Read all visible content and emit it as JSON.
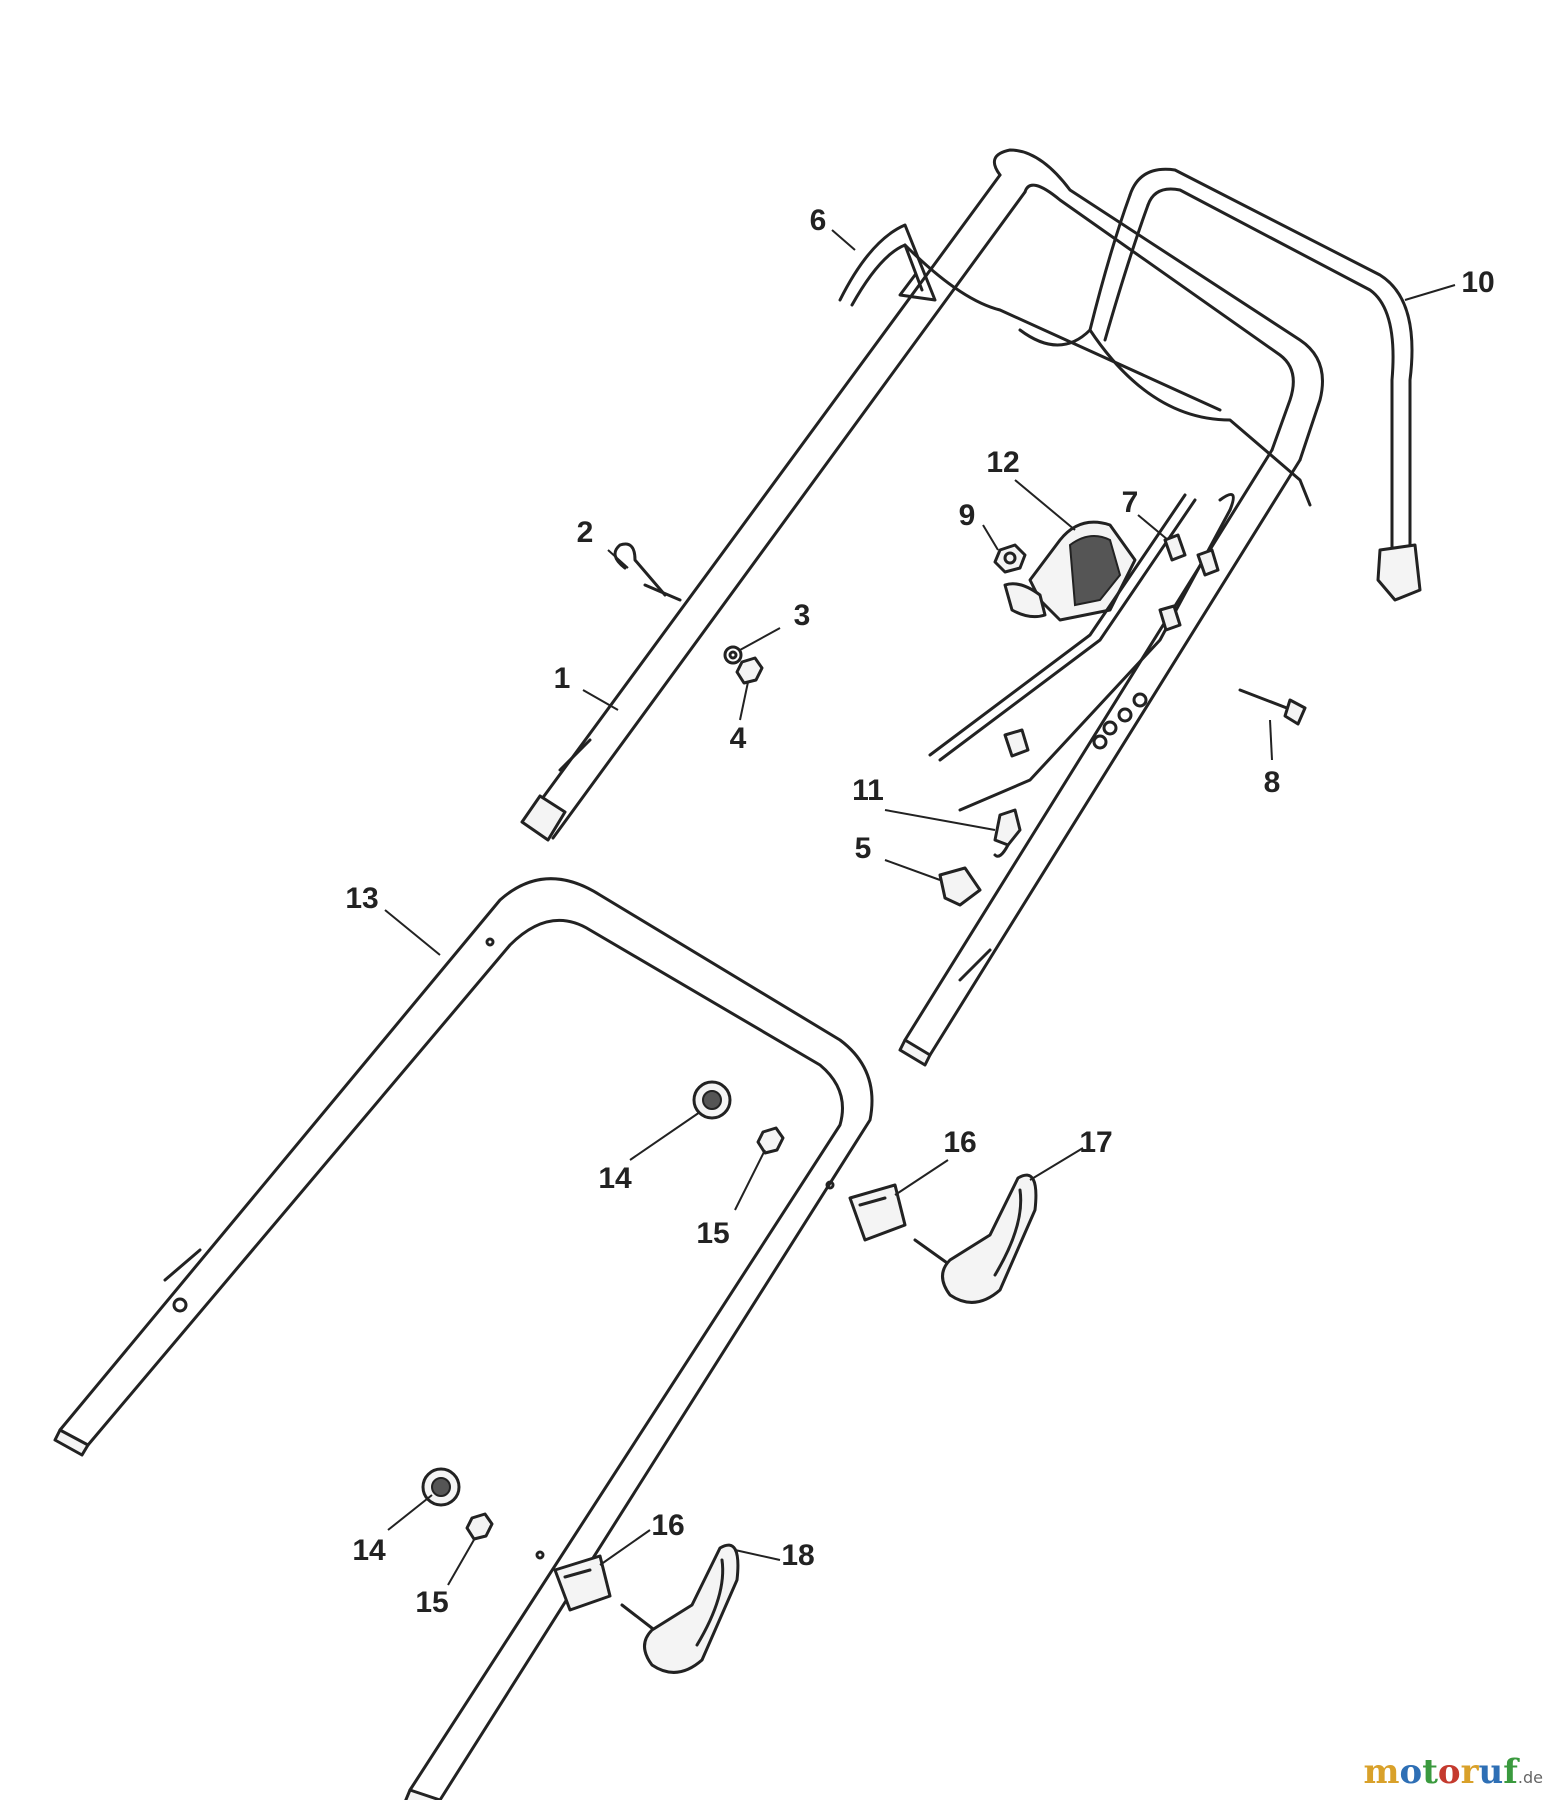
{
  "diagram": {
    "callouts": [
      {
        "id": "c1",
        "label": "1"
      },
      {
        "id": "c2",
        "label": "2"
      },
      {
        "id": "c3",
        "label": "3"
      },
      {
        "id": "c4",
        "label": "4"
      },
      {
        "id": "c5",
        "label": "5"
      },
      {
        "id": "c6",
        "label": "6"
      },
      {
        "id": "c7",
        "label": "7"
      },
      {
        "id": "c8",
        "label": "8"
      },
      {
        "id": "c9",
        "label": "9"
      },
      {
        "id": "c10",
        "label": "10"
      },
      {
        "id": "c11",
        "label": "11"
      },
      {
        "id": "c12",
        "label": "12"
      },
      {
        "id": "c13",
        "label": "13"
      },
      {
        "id": "c14a",
        "label": "14"
      },
      {
        "id": "c14b",
        "label": "14"
      },
      {
        "id": "c15a",
        "label": "15"
      },
      {
        "id": "c15b",
        "label": "15"
      },
      {
        "id": "c16a",
        "label": "16"
      },
      {
        "id": "c16b",
        "label": "16"
      },
      {
        "id": "c17",
        "label": "17"
      },
      {
        "id": "c18",
        "label": "18"
      }
    ]
  },
  "watermark": {
    "text": "motoruf",
    "tld": ".de"
  }
}
